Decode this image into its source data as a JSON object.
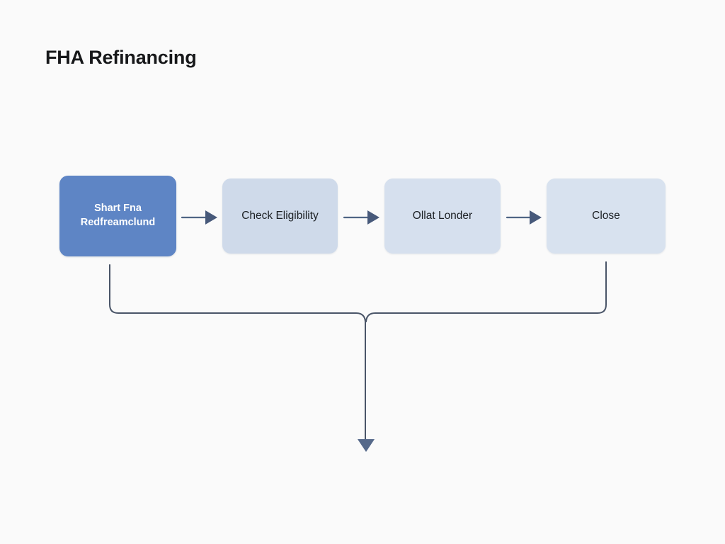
{
  "page": {
    "title": "FHA Refinancing",
    "background_color": "#fafafa"
  },
  "diagram": {
    "type": "flowchart",
    "orientation": "left-to-right",
    "nodes": [
      {
        "id": "start-fha-streamline-refi",
        "label": "Shart Fna\nRedfreamclund",
        "line1": "Shart Fna",
        "line2": "Redfreamclund",
        "style": "primary",
        "fill": "#5e85c5",
        "text_color": "#ffffff"
      },
      {
        "id": "check-eligibility",
        "label": "Check Eligibility",
        "style": "muted",
        "fill": "#cfdaea",
        "text_color": "#1c2024"
      },
      {
        "id": "call-lender",
        "label": "Ollat Londer",
        "style": "muted",
        "fill": "#d6e0ee",
        "text_color": "#1c2024"
      },
      {
        "id": "close",
        "label": "Close",
        "style": "muted",
        "fill": "#d8e2ef",
        "text_color": "#1c2024"
      }
    ],
    "connectors": [
      {
        "id": "arrow-start-to-check",
        "from": "start-fha-streamline-refi",
        "to": "check-eligibility",
        "kind": "arrow-right"
      },
      {
        "id": "arrow-check-to-lender",
        "from": "check-eligibility",
        "to": "call-lender",
        "kind": "arrow-right"
      },
      {
        "id": "arrow-lender-to-close",
        "from": "call-lender",
        "to": "close",
        "kind": "arrow-right"
      },
      {
        "id": "merge-bracket-down",
        "from": "start-fha-streamline-refi,close",
        "to": "",
        "kind": "bracket-merge-down-arrow"
      }
    ],
    "line_color": "#4a5568",
    "arrow_color": "#4f6585"
  }
}
